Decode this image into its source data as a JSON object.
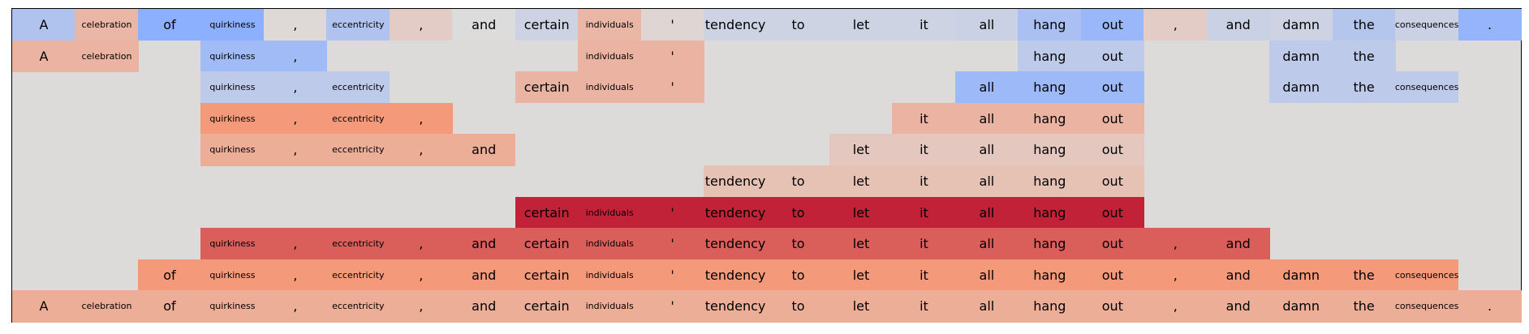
{
  "chart_data": {
    "type": "heatmap",
    "tokens": [
      "A",
      "celebration",
      "of",
      "quirkiness",
      ",",
      "eccentricity",
      ",",
      "and",
      "certain",
      "individuals",
      "'",
      "tendency",
      "to",
      "let",
      "it",
      "all",
      "hang",
      "out",
      ",",
      "and",
      "damn",
      "the",
      "consequences",
      "."
    ],
    "small_text_tokens": [
      "celebration",
      "quirkiness",
      "eccentricity",
      "individuals",
      "consequences"
    ],
    "value_scale": {
      "min": -1,
      "max": 1,
      "colormap": "coolwarm"
    },
    "rows": [
      {
        "cells": [
          -0.28,
          0.28,
          -0.5,
          -0.5,
          0.03,
          -0.28,
          0.12,
          0.0,
          -0.1,
          0.28,
          0.05,
          -0.1,
          -0.1,
          -0.1,
          -0.1,
          -0.12,
          -0.32,
          -0.42,
          0.12,
          -0.12,
          -0.1,
          -0.25,
          -0.12,
          -0.45
        ]
      },
      {
        "cells": [
          0.3,
          0.3,
          null,
          -0.38,
          -0.38,
          null,
          null,
          null,
          null,
          0.3,
          0.3,
          null,
          null,
          null,
          null,
          null,
          -0.2,
          -0.2,
          null,
          null,
          -0.2,
          -0.2,
          null,
          null
        ]
      },
      {
        "cells": [
          null,
          null,
          null,
          -0.2,
          -0.2,
          -0.2,
          null,
          null,
          0.3,
          0.3,
          0.3,
          null,
          null,
          null,
          null,
          -0.4,
          -0.4,
          -0.4,
          null,
          null,
          -0.2,
          -0.2,
          -0.2,
          null
        ]
      },
      {
        "cells": [
          null,
          null,
          null,
          0.5,
          0.5,
          0.5,
          0.5,
          null,
          null,
          null,
          null,
          null,
          null,
          null,
          0.3,
          0.3,
          0.3,
          0.3,
          null,
          null,
          null,
          null,
          null,
          null
        ]
      },
      {
        "cells": [
          null,
          null,
          null,
          0.35,
          0.35,
          0.35,
          0.35,
          0.35,
          null,
          null,
          null,
          null,
          null,
          0.15,
          0.15,
          0.15,
          0.15,
          0.15,
          null,
          null,
          null,
          null,
          null,
          null
        ]
      },
      {
        "cells": [
          null,
          null,
          null,
          null,
          null,
          null,
          null,
          null,
          null,
          null,
          null,
          0.2,
          0.2,
          0.2,
          0.2,
          0.2,
          0.2,
          0.2,
          null,
          null,
          null,
          null,
          null,
          null
        ]
      },
      {
        "cells": [
          null,
          null,
          null,
          null,
          null,
          null,
          null,
          null,
          0.9,
          0.9,
          0.9,
          0.9,
          0.9,
          0.9,
          0.9,
          0.9,
          0.9,
          0.9,
          null,
          null,
          null,
          null,
          null,
          null
        ]
      },
      {
        "cells": [
          null,
          null,
          null,
          0.7,
          0.7,
          0.7,
          0.7,
          0.7,
          0.7,
          0.7,
          0.7,
          0.7,
          0.7,
          0.7,
          0.7,
          0.7,
          0.7,
          0.7,
          0.7,
          0.7,
          null,
          null,
          null,
          null
        ]
      },
      {
        "cells": [
          null,
          null,
          0.5,
          0.5,
          0.5,
          0.5,
          0.5,
          0.5,
          0.5,
          0.5,
          0.5,
          0.5,
          0.5,
          0.5,
          0.5,
          0.5,
          0.5,
          0.5,
          0.5,
          0.5,
          0.5,
          0.5,
          0.5,
          null
        ]
      },
      {
        "cells": [
          0.35,
          0.35,
          0.35,
          0.35,
          0.35,
          0.35,
          0.35,
          0.35,
          0.35,
          0.35,
          0.35,
          0.35,
          0.35,
          0.35,
          0.35,
          0.35,
          0.35,
          0.35,
          0.35,
          0.35,
          0.35,
          0.35,
          0.35,
          0.35
        ]
      }
    ]
  }
}
